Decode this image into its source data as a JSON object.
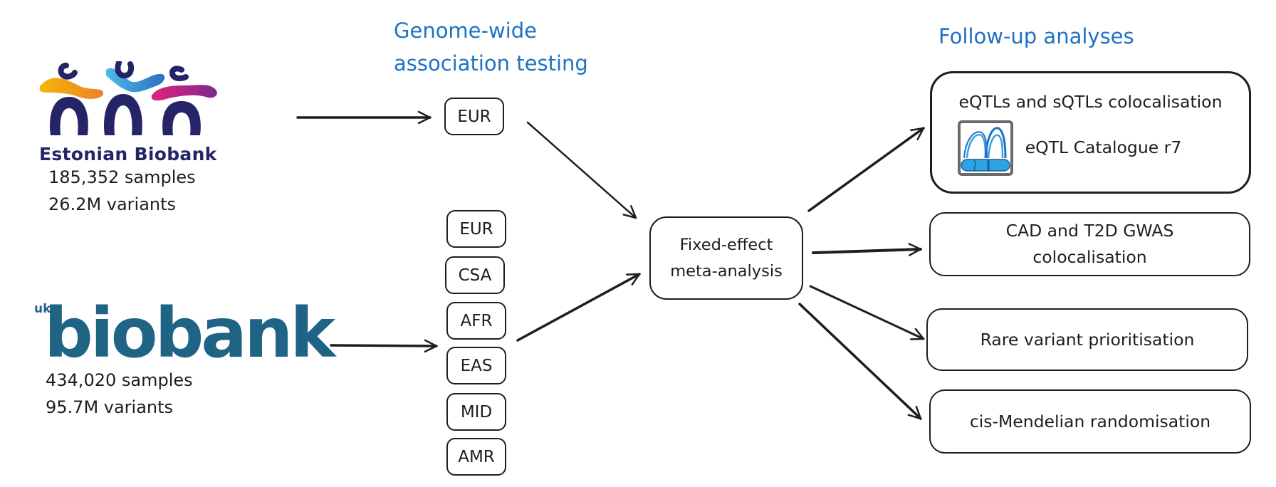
{
  "headings": {
    "gwas_line1": "Genome-wide",
    "gwas_line2": "association testing",
    "followup": "Follow-up analyses"
  },
  "colors": {
    "heading": "#1f72c4",
    "estonian_navy": "#242467",
    "ukb_blue": "#1f6385",
    "stroke": "#1e1e1e"
  },
  "sources": [
    {
      "name": "Estonian Biobank",
      "logo_icon": "estonian-biobank-logo",
      "samples": "185,352 samples",
      "variants": "26.2M variants"
    },
    {
      "name": "UK Biobank",
      "logo_icon": "uk-biobank-logo",
      "logo_prefix": "uk",
      "logo_word": "biobank",
      "samples": "434,020 samples",
      "variants": "95.7M variants"
    }
  ],
  "estonian_populations": [
    "EUR"
  ],
  "ukb_populations": [
    "EUR",
    "CSA",
    "AFR",
    "EAS",
    "MID",
    "AMR"
  ],
  "meta_analysis": {
    "line1": "Fixed-effect",
    "line2": "meta-analysis"
  },
  "followups": [
    {
      "line1": "eQTLs and sQTLs colocalisation",
      "resource": "eQTL Catalogue r7",
      "resource_icon": "eqtl-catalogue-logo"
    },
    {
      "line1": "CAD and T2D GWAS",
      "line2": "colocalisation"
    },
    {
      "line1": "Rare variant prioritisation"
    },
    {
      "line1": "cis-Mendelian randomisation"
    }
  ]
}
